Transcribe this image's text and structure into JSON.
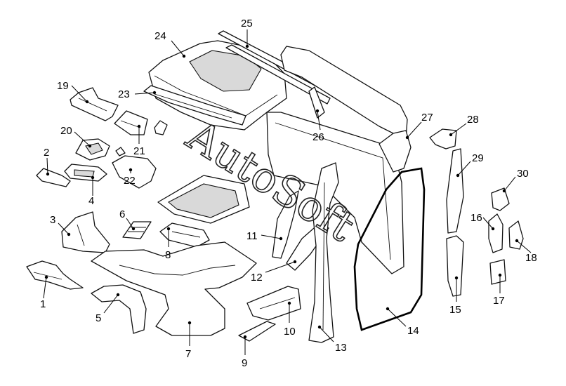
{
  "callouts": [
    "1",
    "2",
    "3",
    "4",
    "5",
    "6",
    "7",
    "8",
    "9",
    "10",
    "11",
    "12",
    "13",
    "14",
    "15",
    "16",
    "17",
    "18",
    "19",
    "20",
    "21",
    "22",
    "23",
    "24",
    "25",
    "26",
    "27",
    "28",
    "29",
    "30"
  ],
  "watermark": "AutoSoft"
}
